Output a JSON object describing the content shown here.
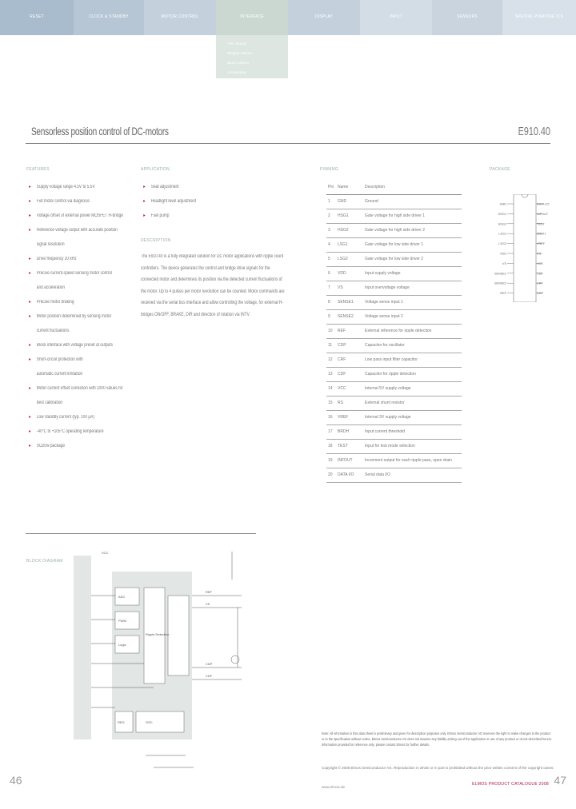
{
  "nav": {
    "tabs": [
      "RESET",
      "CLOCK & STANDBY",
      "MOTOR CONTROL",
      "INTERFACE",
      "DISPLAY",
      "INPUT",
      "SENSORS",
      "SPECIAL PURPOSE ICS"
    ],
    "dropdown": [
      "• DC Motors",
      "Stepper Motors",
      "BLDC Motors",
      "Accessories"
    ]
  },
  "heading": {
    "title": "Sensorless position control of DC-motors",
    "part_number": "E910.40"
  },
  "features": {
    "title": "FEATURES",
    "items": [
      "Supply voltage range 4.5V to 5.5V",
      "Full motor control via diagnosis",
      "Voltage offset of external power MOSFET H-bridge",
      "Reference voltage output with accurate position",
      "signal resolution",
      "Drive frequency 20 kHz",
      "Precise current-speed sensing motor control",
      "and acceleration",
      "Precise motor braking",
      "Motor position determined by sensing motor",
      "current fluctuations",
      "Block interface with voltage preset at outputs",
      "Short-circuit protection with",
      "automatic current limitation",
      "Motor current offset correction with 1000 values for",
      "best calibration",
      "Low standby current (typ. 100 µA)",
      "-40°C to +105°C operating temperature",
      "SO20w package"
    ]
  },
  "application": {
    "title": "APPLICATION",
    "items": [
      "Seat adjustment",
      "Headlight level adjustment",
      "Fuel pump"
    ]
  },
  "description": {
    "title": "DESCRIPTION",
    "text": "The E910.40 is a fully integrated solution for DC motor applications with ripple count controllers. The device generates the control and bridge drive signals for the connected motor and determines its position via the detected current fluctuations of the motor. Up to 4 pulses per motor revolution can be counted. Motor commands are received via the serial bus interface and allow controlling the voltage, for external H-bridges ON/OFF, BRAKE, DIR and direction of rotation via INTV."
  },
  "pinning": {
    "title": "PINNING",
    "headers": [
      "Pin",
      "Name",
      "Description"
    ],
    "rows": [
      [
        "1",
        "GND",
        "Ground"
      ],
      [
        "2",
        "HSG1",
        "Gate voltage for high side driver 1"
      ],
      [
        "3",
        "HSG2",
        "Gate voltage for high side driver 2"
      ],
      [
        "4",
        "LSG1",
        "Gate voltage for low side driver 1"
      ],
      [
        "5",
        "LSG2",
        "Gate voltage for low side driver 2"
      ],
      [
        "6",
        "VDD",
        "Input supply voltage"
      ],
      [
        "7",
        "VS",
        "Input overvoltage voltage"
      ],
      [
        "8",
        "SENSE1",
        "Voltage sense input 1"
      ],
      [
        "9",
        "SENSE2",
        "Voltage sense input 2"
      ],
      [
        "10",
        "REF",
        "External reference for ripple detection"
      ],
      [
        "11",
        "CDP",
        "Capacitor for oscillator"
      ],
      [
        "12",
        "CRF",
        "Low pass input filter capacitor"
      ],
      [
        "13",
        "CDF",
        "Capacitor for ripple detection"
      ],
      [
        "14",
        "VCC",
        "Internal 5V supply voltage"
      ],
      [
        "15",
        "RS",
        "External shunt resistor"
      ],
      [
        "16",
        "VREF",
        "Internal 3V supply voltage"
      ],
      [
        "17",
        "BRDH",
        "Input current threshold"
      ],
      [
        "18",
        "TEST",
        "Input for test mode selection"
      ],
      [
        "19",
        "INFOUT",
        "Increment output for each ripple pass, open drain"
      ],
      [
        "20",
        "DATA I/O",
        "Serial data I/O"
      ]
    ]
  },
  "package": {
    "title": "PACKAGE",
    "left_pins": [
      "GND",
      "HSG1",
      "HSG2",
      "LSG1",
      "LSG2",
      "VDD",
      "VS",
      "SENSE1",
      "SENSE2",
      "REF"
    ],
    "right_pins": [
      "DATA I/O",
      "INFOUT",
      "TEST",
      "BRDH",
      "VREF",
      "RS",
      "VCC",
      "CDF",
      "CRF",
      "CDP"
    ]
  },
  "block_diagram": {
    "title": "BLOCK DIAGRAM",
    "labels": [
      "VCC",
      "ADC",
      "PWM",
      "Logic",
      "Ripple Detection",
      "REF",
      "VS",
      "CDP",
      "CDF",
      "REG",
      "OSC"
    ]
  },
  "notes": {
    "text": "Note: All information in this data sheet is preliminary and given for description purposes only. Elmos Semiconductor AG reserves the right to make changes to the product or to the specification without notice. Elmos Semiconductor AG does not assume any liability arising out of the application or use of any product or circuit described herein. Information provided for reference only; please contact Elmos for further details.",
    "copyright": "Copyright © 2008 Elmos Semiconductor AG. Reproduction in whole or in part is prohibited without the prior written consent of the copyright owner.",
    "website": "www.elmos.de"
  },
  "footer": {
    "left_page": "46",
    "right_page": "47",
    "brand": "ELMOS PRODUCT CATALOGUE 2008"
  }
}
